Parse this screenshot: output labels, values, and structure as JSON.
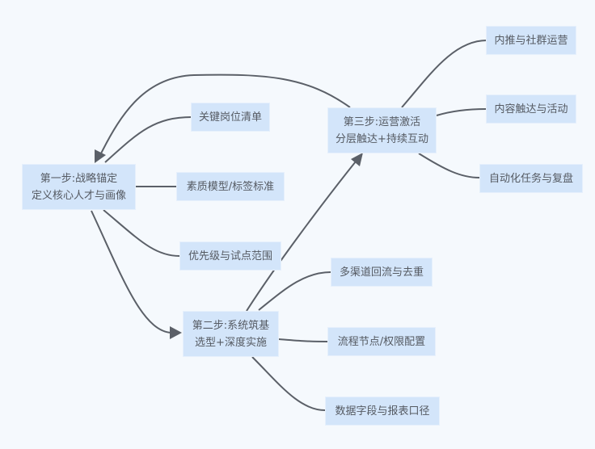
{
  "diagram": {
    "type": "mind-map flow",
    "colors": {
      "background": "#f5f9fd",
      "node_fill": "#d3e5fa",
      "edge": "#5b6068",
      "text": "#555a62"
    },
    "steps": [
      {
        "id": "step1",
        "title": "第一步:战略锚定",
        "subtitle": "定义核心人才与画像"
      },
      {
        "id": "step2",
        "title": "第二步:系统筑基",
        "subtitle": "选型+深度实施"
      },
      {
        "id": "step3",
        "title": "第三步:运营激活",
        "subtitle": "分层触达+持续互动"
      }
    ],
    "step1_children": [
      "关键岗位清单",
      "素质模型/标签标准",
      "优先级与试点范围"
    ],
    "step2_children": [
      "多渠道回流与去重",
      "流程节点/权限配置",
      "数据字段与报表口径"
    ],
    "step3_children": [
      "内推与社群运营",
      "内容触达与活动",
      "自动化任务与复盘"
    ],
    "flow": [
      {
        "from": "step1",
        "to": "step2"
      },
      {
        "from": "step2",
        "to": "step3"
      },
      {
        "from": "step3",
        "to": "step1"
      }
    ]
  }
}
